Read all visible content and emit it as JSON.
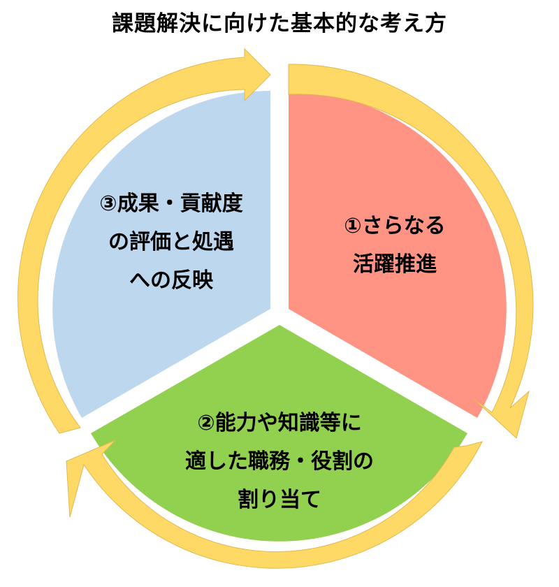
{
  "title": "課題解決に向けた基本的な考え方",
  "colors": {
    "arrow": "#FFD966",
    "segment_1": "#FF9484",
    "segment_2": "#92D050",
    "segment_3": "#BDD7EE",
    "text": "#000000"
  },
  "segments": [
    {
      "id": 1,
      "lines": [
        "①さらなる",
        "活躍推進"
      ]
    },
    {
      "id": 2,
      "lines": [
        "②能力や知識等に",
        "適した職務・役割の",
        "割り当て"
      ]
    },
    {
      "id": 3,
      "lines": [
        "③成果・貢献度",
        "の評価と処遇",
        "への反映"
      ]
    }
  ]
}
